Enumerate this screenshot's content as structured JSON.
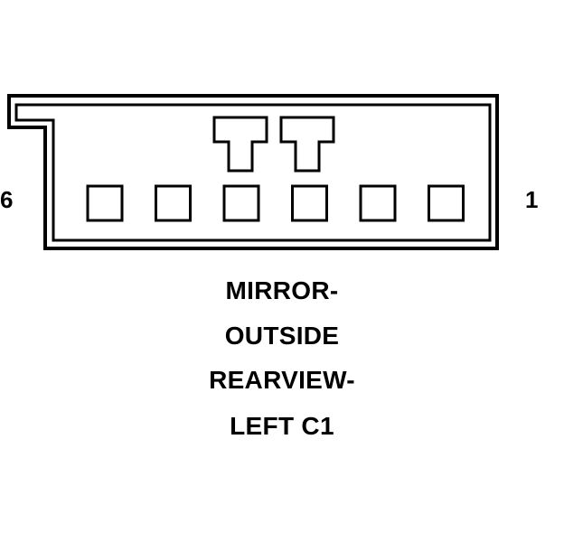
{
  "diagram": {
    "pin_labels": {
      "left": "6",
      "right": "1"
    },
    "caption_lines": [
      "MIRROR-",
      "OUTSIDE",
      "REARVIEW-",
      "LEFT C1"
    ],
    "pin_count": 6,
    "key_tab_count": 2,
    "colors": {
      "stroke": "#000000",
      "background": "#ffffff"
    }
  }
}
